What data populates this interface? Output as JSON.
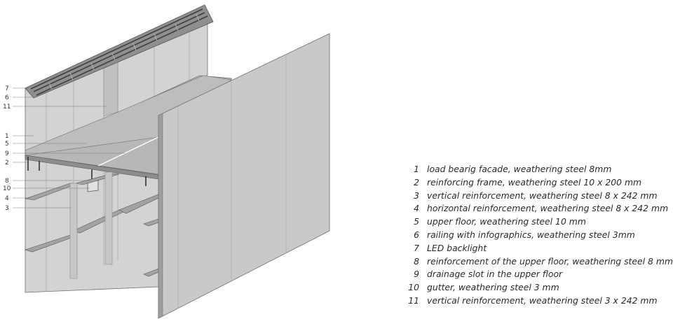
{
  "colors": {
    "steel_light": "#d3d3d3",
    "steel_mid": "#c4c4c4",
    "steel_dark": "#9e9e9e",
    "floor": "#b7b7b7",
    "edge": "#6f6f6f",
    "grating": "#555555",
    "text": "#2a2a2a"
  },
  "callouts": [
    {
      "id": "7",
      "label": "7"
    },
    {
      "id": "6",
      "label": "6"
    },
    {
      "id": "11",
      "label": "11"
    },
    {
      "id": "1",
      "label": "1"
    },
    {
      "id": "5",
      "label": "5"
    },
    {
      "id": "9",
      "label": "9"
    },
    {
      "id": "2",
      "label": "2"
    },
    {
      "id": "8",
      "label": "8"
    },
    {
      "id": "10",
      "label": "10"
    },
    {
      "id": "4",
      "label": "4"
    },
    {
      "id": "3",
      "label": "3"
    }
  ],
  "legend": [
    {
      "num": "1",
      "text": "load bearig facade, weathering steel 8mm"
    },
    {
      "num": "2",
      "text": "reinforcing frame, weathering steel 10 x 200 mm"
    },
    {
      "num": "3",
      "text": "vertical reinforcement, weathering steel  8 x 242 mm"
    },
    {
      "num": "4",
      "text": "horizontal reinforcement, weathering steel   8 x 242 mm"
    },
    {
      "num": "5",
      "text": "upper floor, weathering steel 10 mm"
    },
    {
      "num": "6",
      "text": "railing with infographics, weathering steel 3mm"
    },
    {
      "num": "7",
      "text": "LED backlight"
    },
    {
      "num": "8",
      "text": "reinforcement of the upper floor, weathering steel 8 mm"
    },
    {
      "num": "9",
      "text": "drainage slot in the upper floor"
    },
    {
      "num": "10",
      "text": "gutter, weathering steel  3 mm"
    },
    {
      "num": "11",
      "text": "vertical reinforcement, weathering steel 3 x 242 mm"
    }
  ]
}
